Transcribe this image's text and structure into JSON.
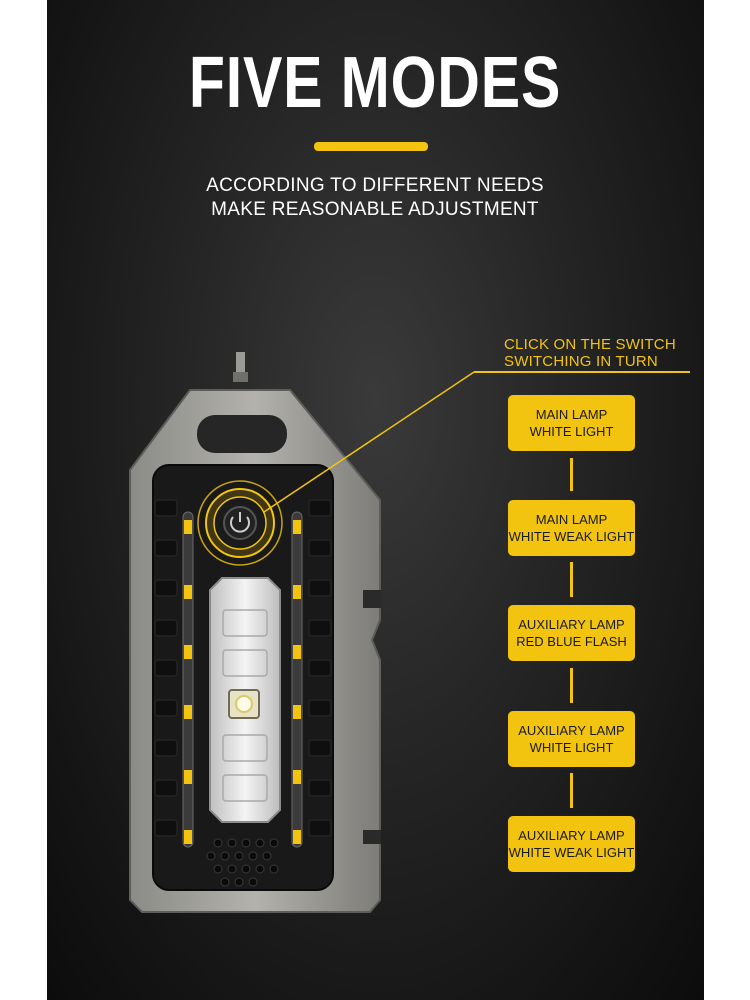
{
  "header": {
    "title": "FIVE MODES",
    "subtitle_line1": "ACCORDING TO DIFFERENT NEEDS",
    "subtitle_line2": "MAKE REASONABLE ADJUSTMENT"
  },
  "callout": {
    "line1": "CLICK ON THE SWITCH",
    "line2": "SWITCHING IN TURN"
  },
  "modes": [
    {
      "line1": "MAIN LAMP",
      "line2": "WHITE LIGHT"
    },
    {
      "line1": "MAIN LAMP",
      "line2": "WHITE WEAK LIGHT"
    },
    {
      "line1": "AUXILIARY LAMP",
      "line2": "RED BLUE FLASH"
    },
    {
      "line1": "AUXILIARY LAMP",
      "line2": "WHITE LIGHT"
    },
    {
      "line1": "AUXILIARY LAMP",
      "line2": "WHITE WEAK LIGHT"
    }
  ],
  "colors": {
    "accent": "#f2c40f",
    "background": "#1c1c1c",
    "text": "#ffffff"
  },
  "icons": {
    "device": "flashlight-keychain-image",
    "switch": "power-switch-icon"
  }
}
